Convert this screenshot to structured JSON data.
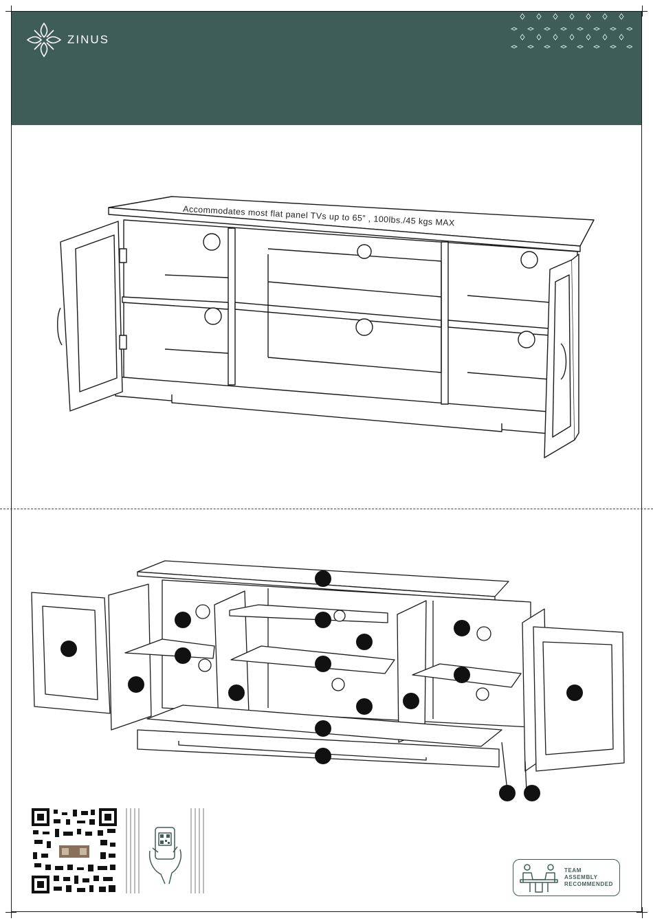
{
  "brand": {
    "name": "ZINUS",
    "color": "#3f5d58",
    "logo_icon": "leaf-logo-icon"
  },
  "assembled_view": {
    "top_caption": "Accommodates most flat panel TVs up to 65” , 100lbs./45 kgs MAX"
  },
  "exploded_view": {
    "part_callouts": 17
  },
  "footer": {
    "qr_icon": "qr-code-icon",
    "scan_icon": "phone-scan-icon",
    "team_badge": {
      "line1": "TEAM",
      "line2": "ASSEMBLY",
      "line3": "RECOMMENDED",
      "icon": "two-people-icon"
    }
  }
}
